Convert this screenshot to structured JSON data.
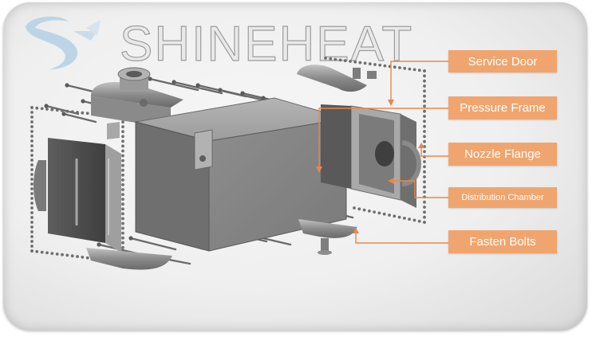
{
  "brand": {
    "name": "SHINEHEAT"
  },
  "callouts": [
    {
      "label": "Service Door"
    },
    {
      "label": "Pressure Frame"
    },
    {
      "label": "Nozzle  Flange"
    },
    {
      "label": "Distribution Chamber"
    },
    {
      "label": "Fasten Bolts"
    }
  ],
  "colors": {
    "callout": "#f0a56e",
    "leader": "#e9874a",
    "steel": "#8f8f8f"
  }
}
